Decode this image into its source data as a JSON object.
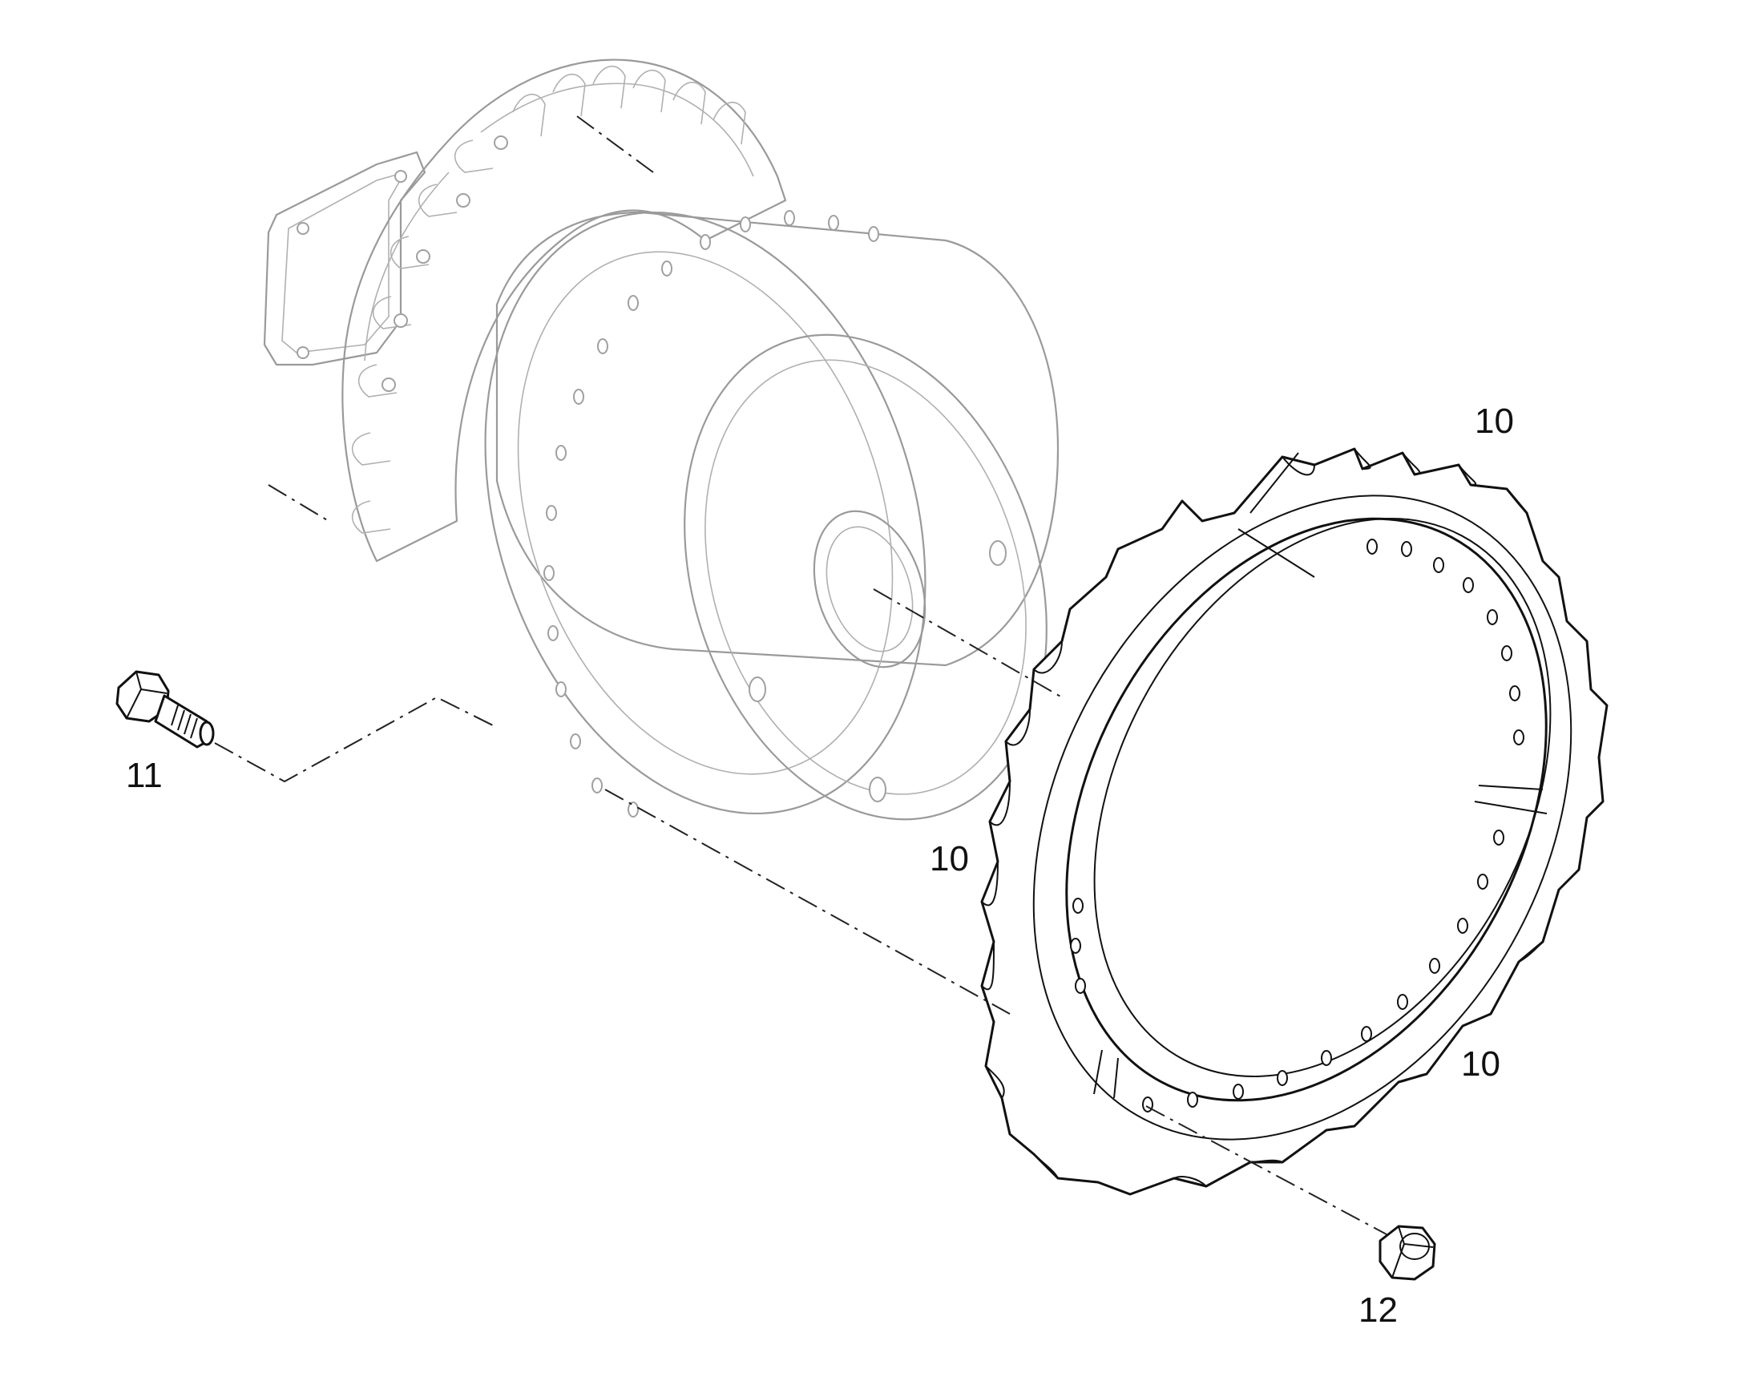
{
  "callouts": {
    "segment_top": "10",
    "segment_left": "10",
    "segment_bottom": "10",
    "bolt": "11",
    "nut": "12"
  },
  "colors": {
    "background": "#ffffff",
    "ghost_line": "#9a9a9a",
    "part_line": "#111111"
  }
}
